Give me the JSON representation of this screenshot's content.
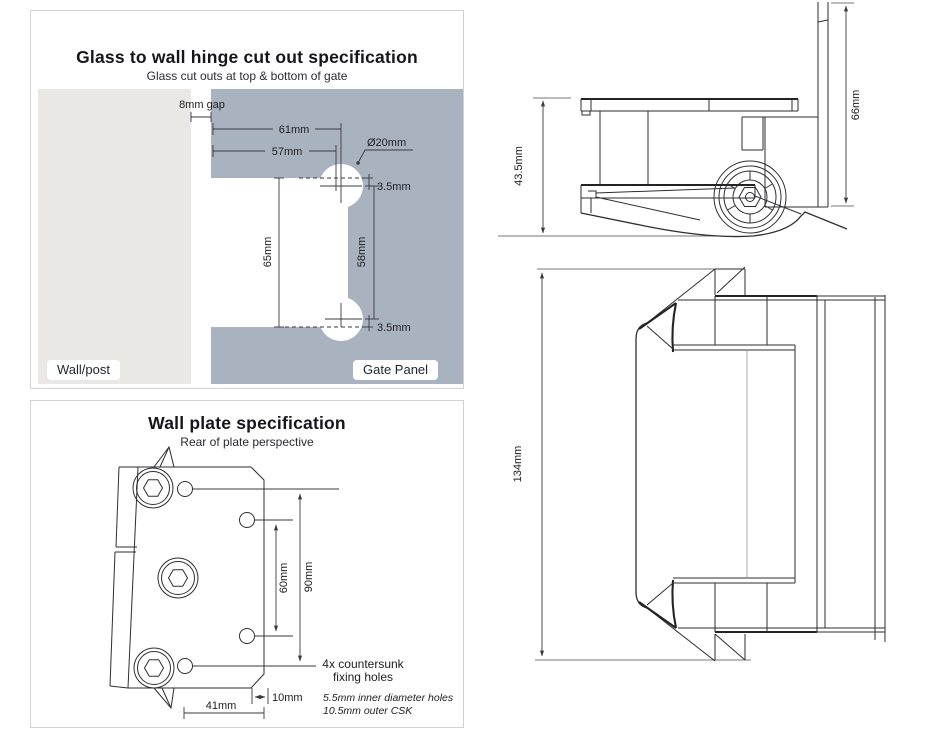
{
  "cutout_panel": {
    "title": "Glass to wall hinge cut out specification",
    "subtitle": "Glass cut outs at top & bottom of gate",
    "wall_label": "Wall/post",
    "gate_label": "Gate Panel",
    "dims": {
      "gap": "8mm gap",
      "width_to_hole": "61mm",
      "width_to_edge": "57mm",
      "hole_diameter": "Ø20mm",
      "offset_top": "3.5mm",
      "cutout_height": "65mm",
      "hole_spacing": "58mm",
      "offset_bottom": "3.5mm"
    },
    "colors": {
      "gate_panel": "#a9b3c0",
      "wall_post": "#e9e8e5"
    }
  },
  "wallplate_panel": {
    "title": "Wall plate specification",
    "subtitle": "Rear of plate perspective",
    "dims": {
      "hole_spacing_inner": "60mm",
      "hole_spacing_outer": "90mm",
      "edge_offset": "10mm",
      "hole_inset": "41mm"
    },
    "notes": {
      "countersunk_line1": "4x countersunk",
      "countersunk_line2": "fixing holes",
      "detail_line1": "5.5mm inner diameter holes",
      "detail_line2": "10.5mm outer CSK"
    }
  },
  "side_view": {
    "dims": {
      "body_height": "43.5mm",
      "plate_height": "66mm"
    }
  },
  "front_view": {
    "dims": {
      "body_height": "134mm"
    }
  }
}
